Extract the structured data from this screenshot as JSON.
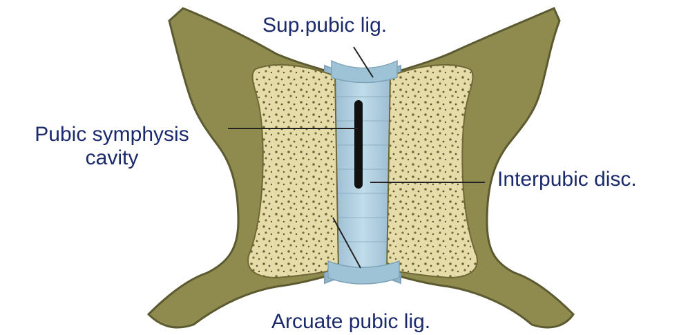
{
  "labels": {
    "superior_ligament": "Sup.pubic lig.",
    "cavity_line1": "Pubic symphysis",
    "cavity_line2": "cavity",
    "interpubic_disc": "Interpubic disc.",
    "arcuate_ligament": "Arcuate pubic lig."
  },
  "colors": {
    "label_text": "#1b2a6b",
    "leader_line": "#222222",
    "bone_outer": "#8f8a4e",
    "bone_outer_dark": "#5c5a30",
    "bone_inner": "#e8dfb0",
    "ligament": "#a9c9dc",
    "cavity": "#111111"
  }
}
